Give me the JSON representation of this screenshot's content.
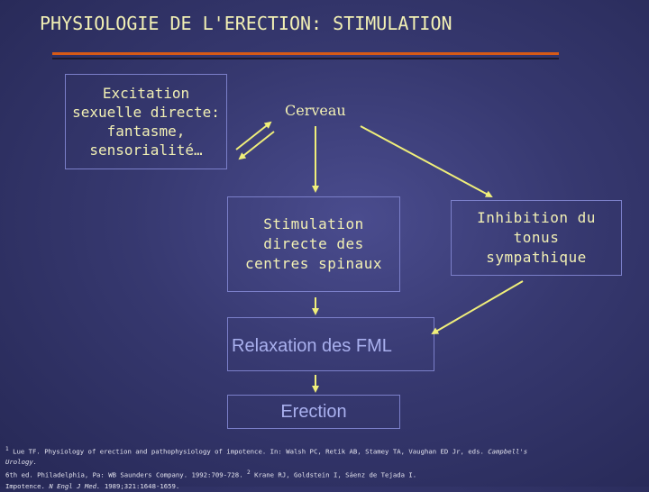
{
  "title": "PHYSIOLOGIE DE L'ERECTION: STIMULATION",
  "nodes": {
    "excitation": "Excitation\nsexuelle directe:\nfantasme,\nsensorialité…",
    "cerveau": "Cerveau",
    "stimulation": "Stimulation\ndirecte des\ncentres spinaux",
    "inhibition": "Inhibition du\ntonus\nsympathique",
    "relaxation": "Relaxation des FML",
    "erection": "Erection"
  },
  "references": {
    "ref1_marker": "1",
    "ref1_text": "Lue TF. Physiology of erection and pathophysiology of impotence. In: Walsh PC, Retik AB, Stamey TA, Vaughan ED Jr, eds. ",
    "ref1_journal": "Campbell's Urology.",
    "ref1_text2": "6th ed. Philadelphia, Pa: WB Saunders Company. 1992:709-728.",
    "ref2_marker": "2",
    "ref2_text": "Krane RJ, Goldstein I, Sáenz de Tejada I.",
    "ref2_text2": "Impotence. ",
    "ref2_journal": "N Engl J Med.",
    "ref2_text3": " 1989;321:1648-1659."
  },
  "colors": {
    "title": "#f2f0b4",
    "accent_rule": "#d65a17",
    "box_border": "#7b7fc9",
    "arrow": "#f0ef7a",
    "body_text_blue": "#a9b0ee"
  }
}
